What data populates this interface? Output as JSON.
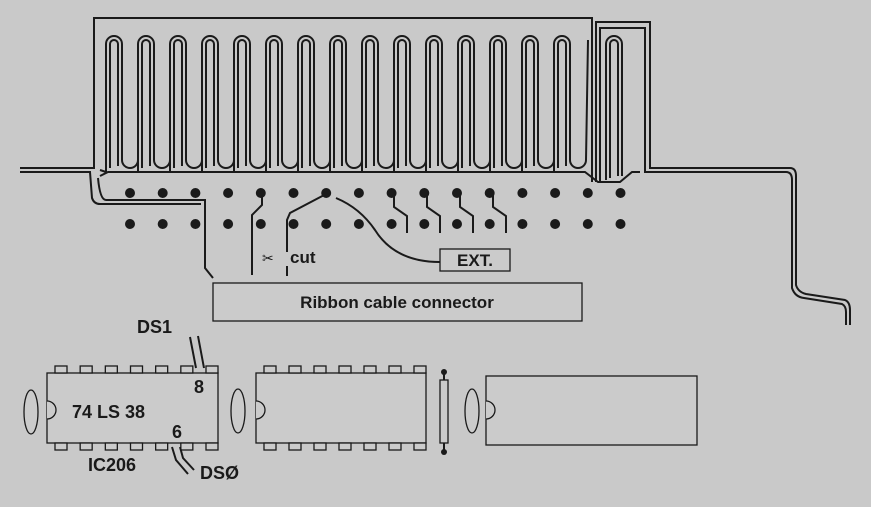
{
  "labels": {
    "cut": "cut",
    "ext": "EXT.",
    "ribbon": "Ribbon cable connector",
    "ds1": "DS1",
    "ds0": "DSØ",
    "chip": "74 LS 38",
    "pin8": "8",
    "pin6": "6",
    "ic": "IC206"
  },
  "pads": {
    "columns": 16,
    "rows": 2
  },
  "colors": {
    "background": "#c9c9c9",
    "ink": "#1a1a1a"
  }
}
